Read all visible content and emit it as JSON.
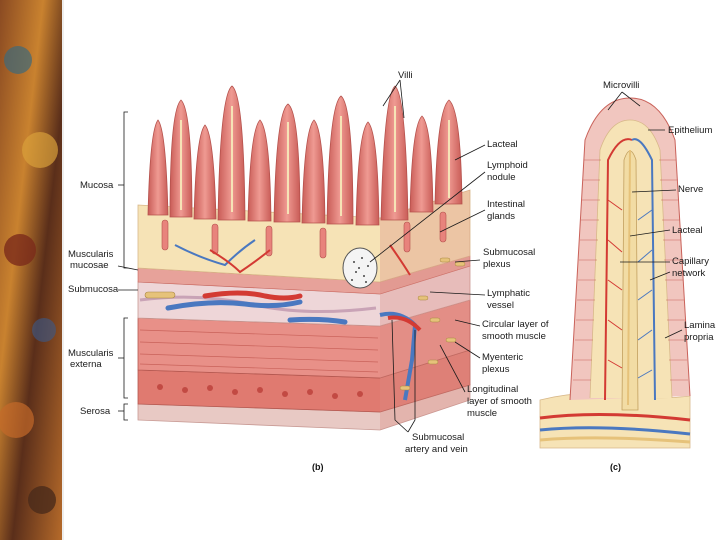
{
  "left_labels": {
    "mucosa": "Mucosa",
    "muscularis_mucosae_1": "Muscularis",
    "muscularis_mucosae_2": "mucosae",
    "submucosa": "Submucosa",
    "muscularis_externa_1": "Muscularis",
    "muscularis_externa_2": "externa",
    "serosa": "Serosa"
  },
  "villus_labels": {
    "villi": "Villi",
    "lacteal": "Lacteal",
    "lymphoid_nodule_1": "Lymphoid",
    "lymphoid_nodule_2": "nodule",
    "intestinal_glands_1": "Intestinal",
    "intestinal_glands_2": "glands",
    "submucosal_plexus_1": "Submucosal",
    "submucosal_plexus_2": "plexus",
    "lymphatic_vessel_1": "Lymphatic",
    "lymphatic_vessel_2": "vessel",
    "circular_layer_1": "Circular layer of",
    "circular_layer_2": "smooth muscle",
    "myenteric_plexus_1": "Myenteric",
    "myenteric_plexus_2": "plexus",
    "longitudinal_layer_1": "Longitudinal",
    "longitudinal_layer_2": "layer of smooth",
    "longitudinal_layer_3": "muscle",
    "submucosal_artery_1": "Submucosal",
    "submucosal_artery_2": "artery and vein"
  },
  "detail_labels": {
    "microvilli": "Microvilli",
    "epithelium": "Epithelium",
    "nerve": "Nerve",
    "lacteal": "Lacteal",
    "capillary_network_1": "Capillary",
    "capillary_network_2": "network",
    "lamina_propria_1": "Lamina",
    "lamina_propria_2": "propria"
  },
  "panels": {
    "b": "(b)",
    "c": "(c)"
  },
  "colors": {
    "villus": "#e8837c",
    "villus_dark": "#c85a56",
    "mucosa_bg": "#f6e3b6",
    "muscle": "#e58a80",
    "muscle_dark": "#c9625a",
    "submucosa": "#f3dcd9",
    "nerve": "#e6c27a",
    "vein": "#4a78c0",
    "artery": "#d33a33",
    "sidebar": "#6b3a1e"
  }
}
